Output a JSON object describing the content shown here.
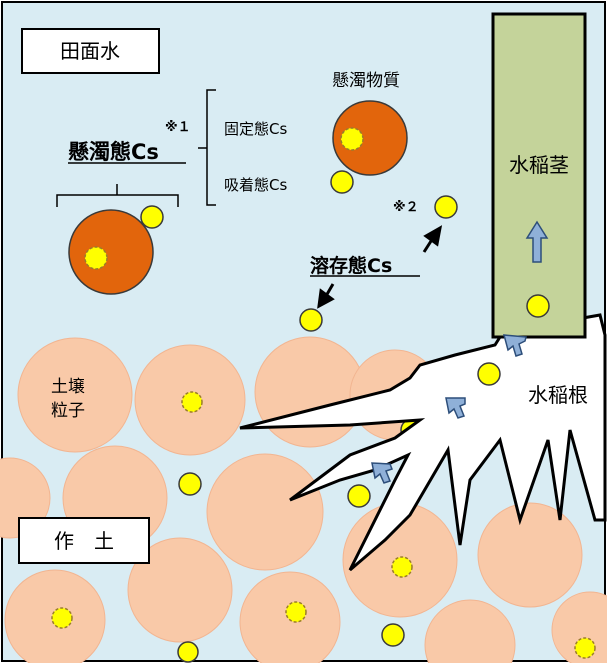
{
  "labels": {
    "water": "田面水",
    "suspended_matter": "懸濁物質",
    "suspended_cs": "懸濁態Cs",
    "fixed_cs": "固定態Cs",
    "adsorbed_cs": "吸着態Cs",
    "dissolved_cs": "溶存態Cs",
    "note1": "※１",
    "note2": "※２",
    "stem": "水稲茎",
    "root": "水稲根",
    "soil_particle_line1": "土壌",
    "soil_particle_line2": "粒子",
    "topsoil": "作　土"
  },
  "colors": {
    "water_bg": "#d9ecf3",
    "soil_particle": "#f9c9a8",
    "suspended_orange": "#e2650c",
    "cs_yellow": "#ffff00",
    "stem_green": "#c4d39a",
    "arrow_blue": "#8fb0d8"
  }
}
